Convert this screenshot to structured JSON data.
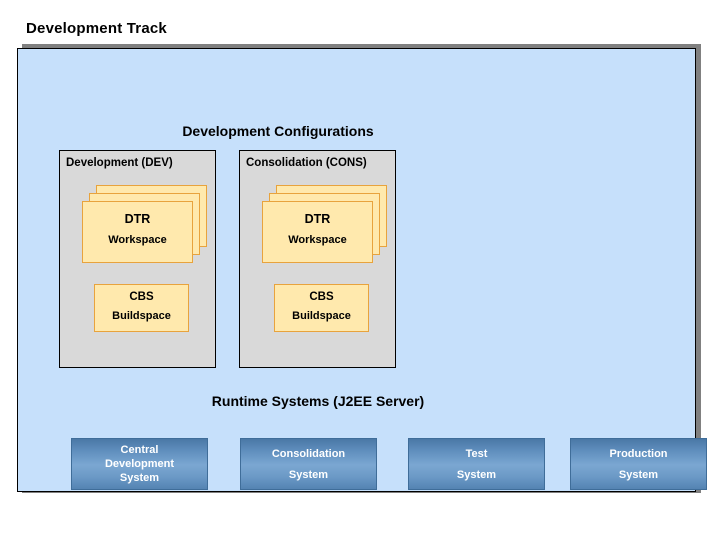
{
  "diagram": {
    "track_title": "Development Track",
    "panel": {
      "background_color": "#c6e0fb",
      "shadow_color": "#808080",
      "border_color": "#000000"
    },
    "configurations_section": {
      "heading": "Development Configurations",
      "group_background_color": "#d9d9d9",
      "box_fill_color": "#ffe9ad",
      "box_border_color": "#e8a33d",
      "groups": [
        {
          "label": "Development (DEV)",
          "dtr": {
            "title": "DTR",
            "subtitle": "Workspace",
            "stack_count": 3
          },
          "cbs": {
            "title": "CBS",
            "subtitle": "Buildspace"
          }
        },
        {
          "label": "Consolidation (CONS)",
          "dtr": {
            "title": "DTR",
            "subtitle": "Workspace",
            "stack_count": 3
          },
          "cbs": {
            "title": "CBS",
            "subtitle": "Buildspace"
          }
        }
      ]
    },
    "runtime_section": {
      "heading": "Runtime Systems (J2EE Server)",
      "box_gradient_top": "#4a78a6",
      "box_gradient_mid": "#7ba7d2",
      "box_gradient_bottom": "#5483b2",
      "systems": [
        {
          "line1": "Central",
          "line2": "Development",
          "line3": "System"
        },
        {
          "line1": "Consolidation",
          "line2": "",
          "line3": "System"
        },
        {
          "line1": "Test",
          "line2": "",
          "line3": "System"
        },
        {
          "line1": "Production",
          "line2": "",
          "line3": "System"
        }
      ]
    }
  }
}
